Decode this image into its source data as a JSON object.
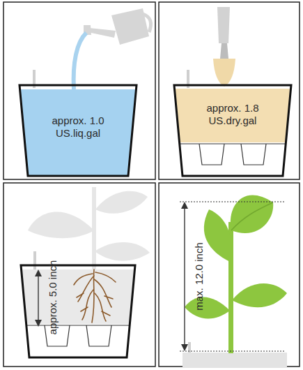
{
  "diagram": {
    "labels": [
      "approx. 1.0 US.liq.gal",
      "approx. 1.8 US.dry.gal",
      "approx. 5.0 inch",
      "max. 12.0 inch"
    ]
  }
}
